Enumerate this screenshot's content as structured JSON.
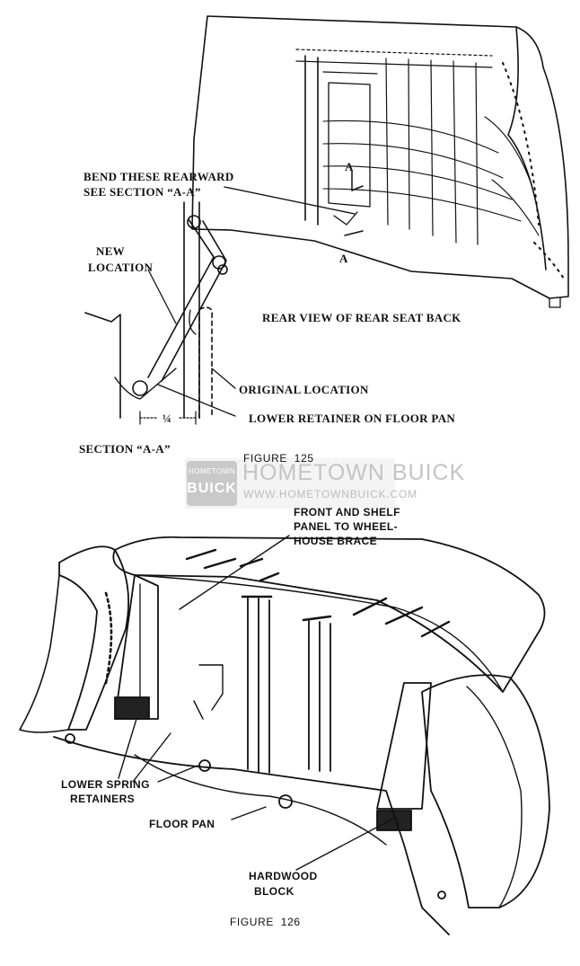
{
  "figure125": {
    "caption": "FIGURE  125",
    "labels": {
      "bend_line1": "BEND THESE REARWARD",
      "bend_line2": "SEE SECTION “A-A”",
      "new_line1": "NEW",
      "new_line2": "LOCATION",
      "rear_view": "REAR VIEW OF REAR SEAT BACK",
      "original_location": "ORIGINAL LOCATION",
      "lower_retainer": "LOWER RETAINER ON FLOOR PAN",
      "section": "SECTION “A-A”",
      "section_mark_top": "A",
      "section_mark_bottom": "A",
      "dimension": "¼"
    }
  },
  "figure126": {
    "caption": "FIGURE  126",
    "labels": {
      "front_shelf_line1": "FRONT AND SHELF",
      "front_shelf_line2": "PANEL TO WHEEL-",
      "front_shelf_line3": "HOUSE BRACE",
      "lower_spring_line1": "LOWER SPRING",
      "lower_spring_line2": "RETAINERS",
      "floor_pan": "FLOOR PAN",
      "hardwood_line1": "HARDWOOD",
      "hardwood_line2": "BLOCK"
    }
  },
  "watermark": {
    "logo_top": "HOMETOWN",
    "logo_main": "BUICK",
    "title": "HOMETOWN BUICK",
    "url": "WWW.HOMETOWNBUICK.COM"
  }
}
